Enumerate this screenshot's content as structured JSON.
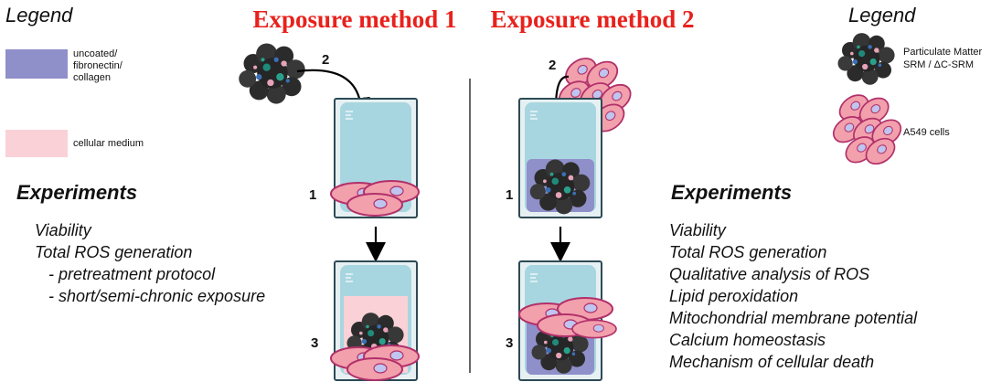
{
  "left_legend": {
    "title": "Legend",
    "items": [
      {
        "lines": [
          "uncoated/",
          "fibronectin/",
          "collagen"
        ],
        "color": "#8f8fca"
      },
      {
        "lines": [
          "cellular medium"
        ],
        "color": "#f9d1d7"
      }
    ]
  },
  "right_legend": {
    "title": "Legend",
    "items": [
      {
        "lines": [
          "Particulate Matter",
          "SRM / ΔC-SRM"
        ],
        "icon": "particulate-matter-icon"
      },
      {
        "lines": [
          "A549 cells"
        ],
        "icon": "a549-cells-icon"
      }
    ]
  },
  "method1": {
    "title": "Exposure method 1",
    "steps": {
      "top": "2",
      "middle": "1",
      "bottom": "3"
    },
    "experiments_title": "Experiments",
    "experiments": [
      "Viability",
      "Total ROS generation",
      "   - pretreatment protocol",
      "   - short/semi-chronic exposure"
    ]
  },
  "method2": {
    "title": "Exposure method 2",
    "steps": {
      "top": "2",
      "middle": "1",
      "bottom": "3"
    },
    "experiments_title": "Experiments",
    "experiments": [
      "Viability",
      "Total ROS generation",
      "Qualitative analysis of ROS",
      "Lipid peroxidation",
      "Mitochondrial membrane potential",
      "Calcium homeostasis",
      "Mechanism of cellular death"
    ]
  },
  "colors": {
    "title_red": "#e8211c",
    "coating": "#8f8fca",
    "medium": "#f9d1d7",
    "vial_liquid": "#a8d6e0",
    "cell_fill": "#f2a0ac",
    "cell_border": "#b2306a",
    "nucleus": "#bfc5ee"
  }
}
